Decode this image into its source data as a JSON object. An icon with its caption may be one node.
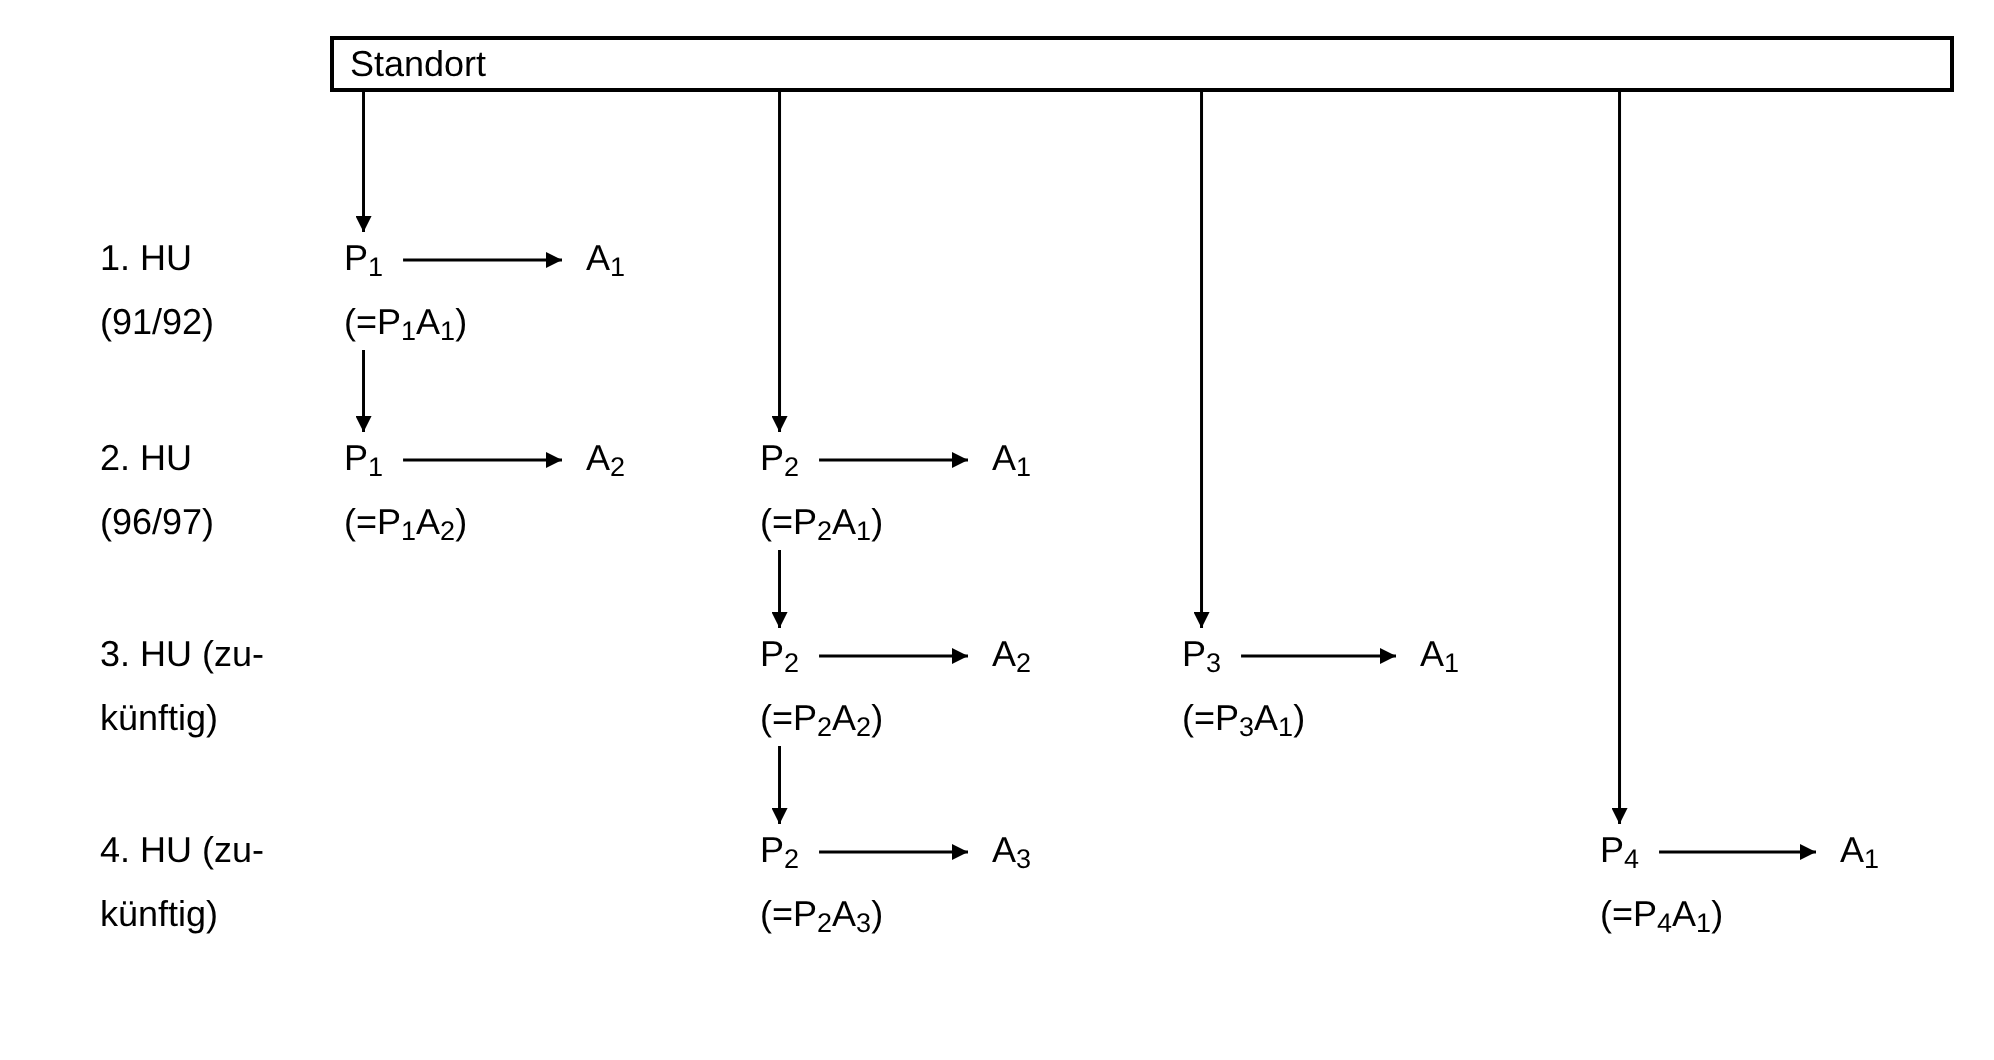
{
  "diagram": {
    "nodes": [
      {
        "text": [
          "Standort"
        ]
      },
      {
        "text": [
          "P$_{1}$"
        ],
        "beside": [
          "(=P$_{1}$A$_{1}$)"
        ]
      },
      {
        "text": [
          "A$_{1}$"
        ]
      },
      {
        "text": [
          "P$_{1}$"
        ],
        "beside": [
          "(=P$_{1}$A$_{2}$)"
        ]
      },
      {
        "text": [
          "A$_{2}$"
        ]
      },
      {
        "text": [
          "P$_{2}$"
        ],
        "beside": [
          "(=P$_{2}$A$_{1}$)"
        ]
      },
      {
        "text": [
          "A$_{1}$"
        ]
      },
      {
        "text": [
          "P$_{2}$"
        ],
        "beside": [
          "(=P$_{2}$A$_{2}$)"
        ]
      },
      {
        "text": [
          "A$_{2}$"
        ]
      },
      {
        "text": [
          "P$_{3}$"
        ],
        "beside": [
          "(=P$_{3}$A$_{1}$)"
        ]
      },
      {
        "text": [
          "A$_{1}$"
        ]
      },
      {
        "text": [
          "P$_{2}$"
        ],
        "beside": [
          "(=P$_{2}$A$_{3}$)"
        ]
      },
      {
        "text": [
          "A$_{3}$"
        ]
      },
      {
        "text": [
          "P$_{4}$"
        ],
        "beside": [
          "(=P$_{4}$A$_{1}$)"
        ]
      },
      {
        "text": [
          "A$_{1}$"
        ]
      }
    ],
    "edges": [
      {
        "from": 0,
        "to": 1,
        "arrow": "to"
      },
      {
        "from": 0,
        "to": 5,
        "arrow": "to"
      },
      {
        "from": 0,
        "to": 9,
        "arrow": "to"
      },
      {
        "from": 0,
        "to": 13,
        "arrow": "to"
      },
      {
        "from": 1,
        "to": 2,
        "arrow": "to"
      },
      {
        "from": 1,
        "to": 3,
        "arrow": "to"
      },
      {
        "from": 3,
        "to": 4,
        "arrow": "to"
      },
      {
        "from": 5,
        "to": 6,
        "arrow": "to"
      },
      {
        "from": 5,
        "to": 7,
        "arrow": "to"
      },
      {
        "from": 7,
        "to": 8,
        "arrow": "to"
      },
      {
        "from": 7,
        "to": 11,
        "arrow": "to"
      },
      {
        "from": 9,
        "to": 10,
        "arrow": "to"
      },
      {
        "from": 11,
        "to": 12,
        "arrow": "to"
      },
      {
        "from": 13,
        "to": 14,
        "arrow": "to"
      }
    ],
    "labels": [
      "1. HU",
      "(91/92)",
      "2. HU",
      "(96/97)",
      "3. HU (zu-",
      "künftig)",
      "4. HU (zu-",
      "künftig)"
    ]
  }
}
